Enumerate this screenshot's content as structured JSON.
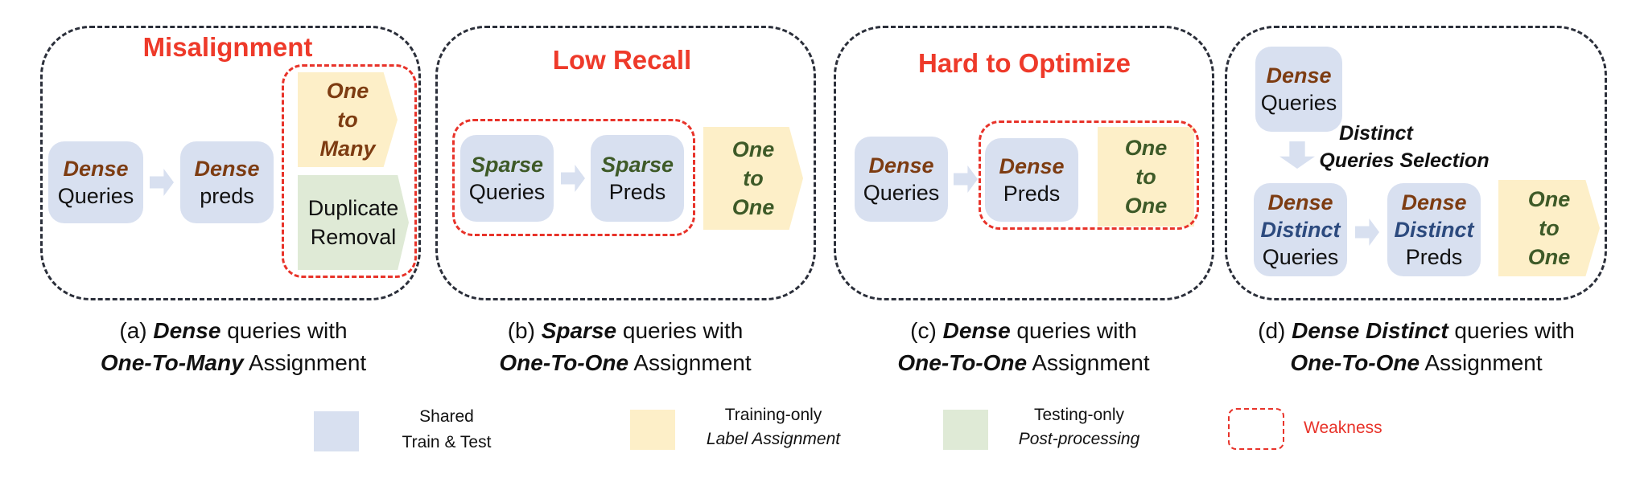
{
  "panels": [
    {
      "title": "Misalignment",
      "queries": {
        "kw": "Dense",
        "word": "Queries"
      },
      "preds": {
        "kw": "Dense",
        "word": "preds"
      },
      "assign": [
        "One",
        "to",
        "Many"
      ],
      "post": [
        "Duplicate",
        "Removal"
      ],
      "caption": {
        "prefix": "(a) ",
        "kw": "Dense",
        "rest": " queries with",
        "kw2": "One-To-Many",
        "rest2": " Assignment"
      }
    },
    {
      "title": "Low Recall",
      "queries": {
        "kw": "Sparse",
        "word": "Queries"
      },
      "preds": {
        "kw": "Sparse",
        "word": "Preds"
      },
      "assign": [
        "One",
        "to",
        "One"
      ],
      "caption": {
        "prefix": "(b) ",
        "kw": "Sparse",
        "rest": " queries with",
        "kw2": "One-To-One",
        "rest2": " Assignment"
      }
    },
    {
      "title": "Hard to Optimize",
      "queries": {
        "kw": "Dense",
        "word": "Queries"
      },
      "preds": {
        "kw": "Dense",
        "word": "Preds"
      },
      "assign": [
        "One",
        "to",
        "One"
      ],
      "caption": {
        "prefix": "(c) ",
        "kw": "Dense",
        "rest": " queries with",
        "kw2": "One-To-One",
        "rest2": " Assignment"
      }
    },
    {
      "top_queries": {
        "kw": "Dense",
        "word": "Queries"
      },
      "selection": [
        "Distinct",
        "Queries Selection"
      ],
      "queries": {
        "kw": "Dense",
        "kw_b": "Distinct",
        "word": "Queries"
      },
      "preds": {
        "kw": "Dense",
        "kw_b": "Distinct",
        "word": "Preds"
      },
      "assign": [
        "One",
        "to",
        "One"
      ],
      "caption": {
        "prefix": "(d) ",
        "kw": "Dense Distinct",
        "rest": " queries with",
        "kw2": "One-To-One",
        "rest2": " Assignment"
      }
    }
  ],
  "legend": [
    {
      "line1": "Shared",
      "line2": "Train & Test",
      "color": "#d8e0f0"
    },
    {
      "line1": "Training-only",
      "line2": "Label Assignment",
      "color": "#fdefc8"
    },
    {
      "line1": "Testing-only",
      "line2": "Post-processing",
      "color": "#dfead6"
    },
    {
      "line1": "Weakness",
      "color": "#e8332a"
    }
  ]
}
